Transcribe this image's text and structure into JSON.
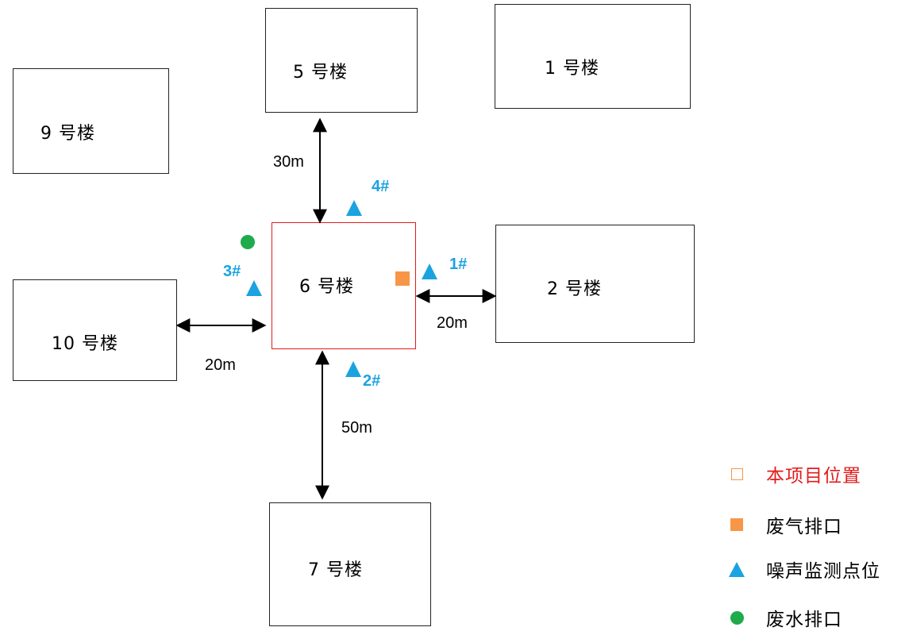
{
  "buildings": {
    "b5": "5 号楼",
    "b1": "1 号楼",
    "b9": "9 号楼",
    "b6": "6 号楼",
    "b2": "2 号楼",
    "b10": "10 号楼",
    "b7": "7 号楼"
  },
  "distances": {
    "north": "30m",
    "east": "20m",
    "west": "20m",
    "south": "50m"
  },
  "noise_points": {
    "p1": "1#",
    "p2": "2#",
    "p3": "3#",
    "p4": "4#"
  },
  "legend": {
    "project_location": "本项目位置",
    "exhaust_outlet": "废气排口",
    "noise_monitoring": "噪声监测点位",
    "wastewater_outlet": "废水排口"
  },
  "colors": {
    "project_border": "#e21b1b",
    "project_text": "#e21b1b",
    "exhaust": "#f79646",
    "noise": "#1aa3e0",
    "wastewater": "#1faa4b"
  }
}
